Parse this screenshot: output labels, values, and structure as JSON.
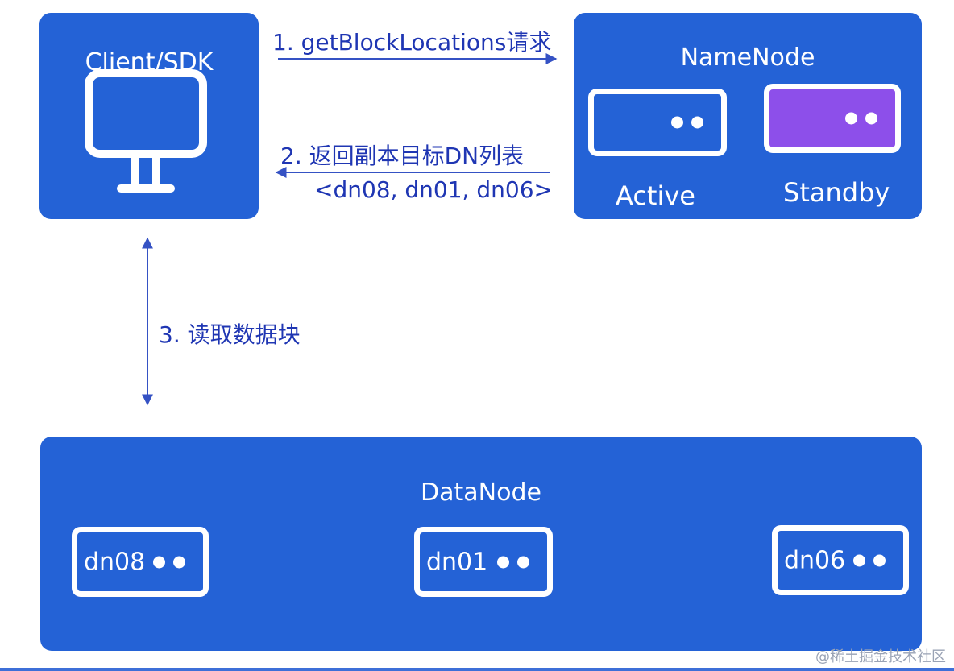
{
  "client": {
    "title": "Client/SDK",
    "icon": "monitor-icon"
  },
  "namenode": {
    "title": "NameNode",
    "active_label": "Active",
    "standby_label": "Standby"
  },
  "datanode": {
    "title": "DataNode",
    "nodes": [
      "dn08",
      "dn01",
      "dn06"
    ]
  },
  "steps": {
    "step1": "1. getBlockLocations请求",
    "step2": "2. 返回副本目标DN列表",
    "step2_detail": "<dn08, dn01, dn06>",
    "step3": "3. 读取数据块"
  },
  "watermark": "@稀土掘金技术社区",
  "colors": {
    "panel": "#2462d6",
    "standby": "#8d4fea",
    "arrow": "#3552c4",
    "text": "#1f36b3"
  }
}
